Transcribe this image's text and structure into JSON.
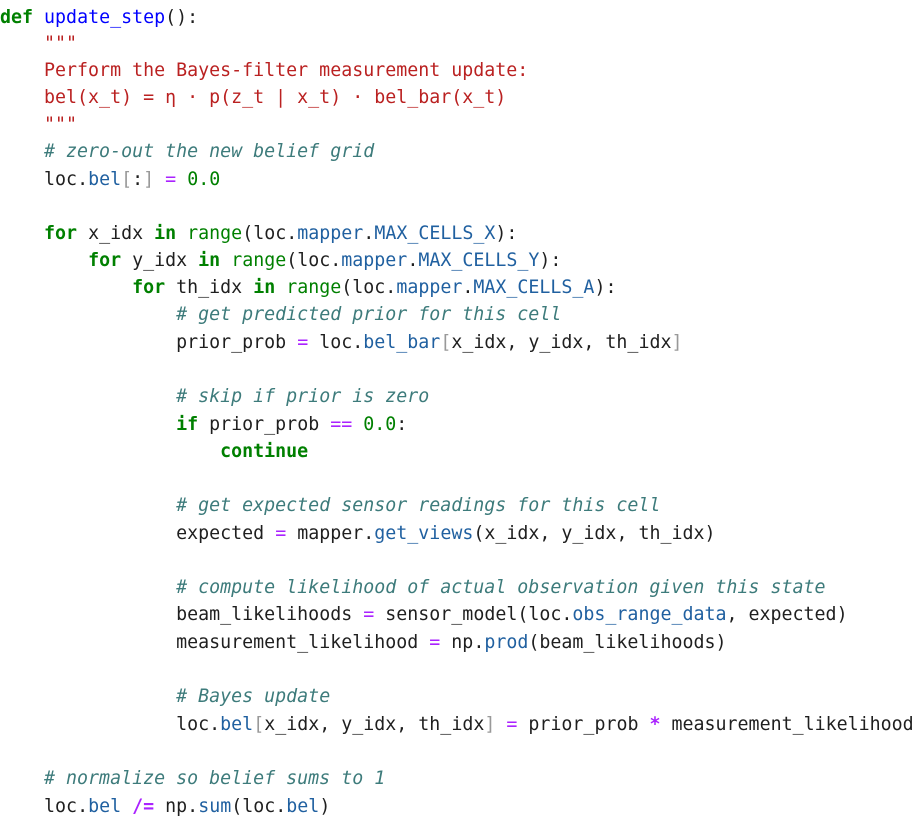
{
  "code": {
    "func_keyword": "def",
    "func_name": "update_step",
    "func_sig_tail": "():",
    "docstring_open": "\"\"\"",
    "doc_line_1": "Perform the Bayes-filter measurement update:",
    "doc_line_2": "bel(x_t) = η · p(z_t | x_t) · bel_bar(x_t)",
    "docstring_close": "\"\"\"",
    "comment_zero": "# zero-out the new belief grid",
    "comment_prior": "# get predicted prior for this cell",
    "comment_skip": "# skip if prior is zero",
    "comment_expected": "# get expected sensor readings for this cell",
    "comment_likelihood": "# compute likelihood of actual observation given this state",
    "comment_bayes": "# Bayes update",
    "comment_normalize": "# normalize so belief sums to 1",
    "kw_for": "for",
    "kw_in": "in",
    "kw_if": "if",
    "kw_continue": "continue",
    "builtin_range": "range",
    "id_loc": "loc",
    "id_mapper": "mapper",
    "id_np": "np",
    "attr_bel": "bel",
    "attr_bel_bar": "bel_bar",
    "attr_mapper": "mapper",
    "attr_max_x": "MAX_CELLS_X",
    "attr_max_y": "MAX_CELLS_Y",
    "attr_max_a": "MAX_CELLS_A",
    "attr_get_views": "get_views",
    "attr_obs_range_data": "obs_range_data",
    "attr_prod": "prod",
    "attr_sum": "sum",
    "var_x_idx": "x_idx",
    "var_y_idx": "y_idx",
    "var_th_idx": "th_idx",
    "var_prior_prob": "prior_prob",
    "var_expected": "expected",
    "var_beam_likelihoods": "beam_likelihoods",
    "var_measurement_likelihood": "measurement_likelihood",
    "call_sensor_model": "sensor_model",
    "num_zero": "0.0",
    "op_eq": "=",
    "op_eqeq": "==",
    "op_mul": "*",
    "op_diveq": "/=",
    "slice_all": ":"
  }
}
